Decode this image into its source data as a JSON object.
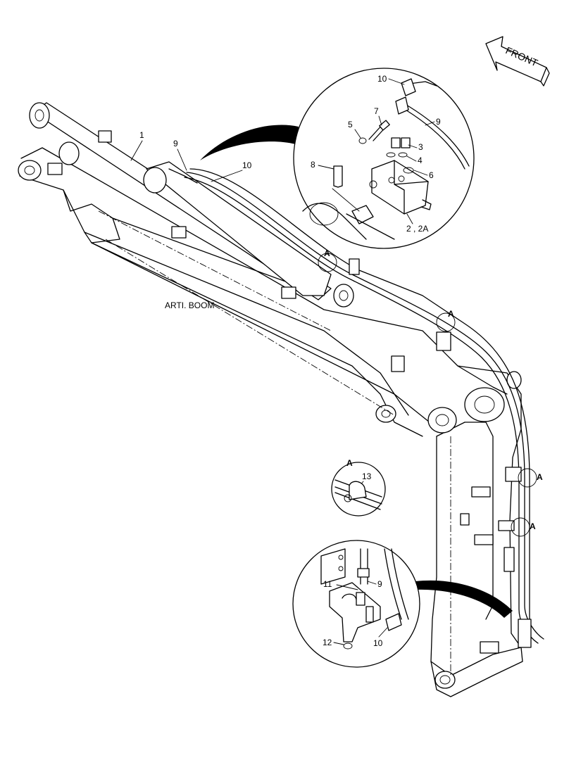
{
  "labels": {
    "front": "FRONT",
    "arti_boom": "ARTI. BOOM",
    "callouts": {
      "c1": "1",
      "c9_main": "9",
      "c10_main": "10",
      "d10_top": "10",
      "d7": "7",
      "d9_top": "9",
      "d5": "5",
      "d3": "3",
      "d4": "4",
      "d8": "8",
      "d6": "6",
      "d2": "2 , 2A",
      "d13": "13",
      "d11": "11",
      "d9_bot": "9",
      "d12": "12",
      "d10_bot": "10"
    },
    "clamp_marks": {
      "a1": "A",
      "a2": "A",
      "a3": "A",
      "a4": "A",
      "detail_a": "A"
    }
  }
}
